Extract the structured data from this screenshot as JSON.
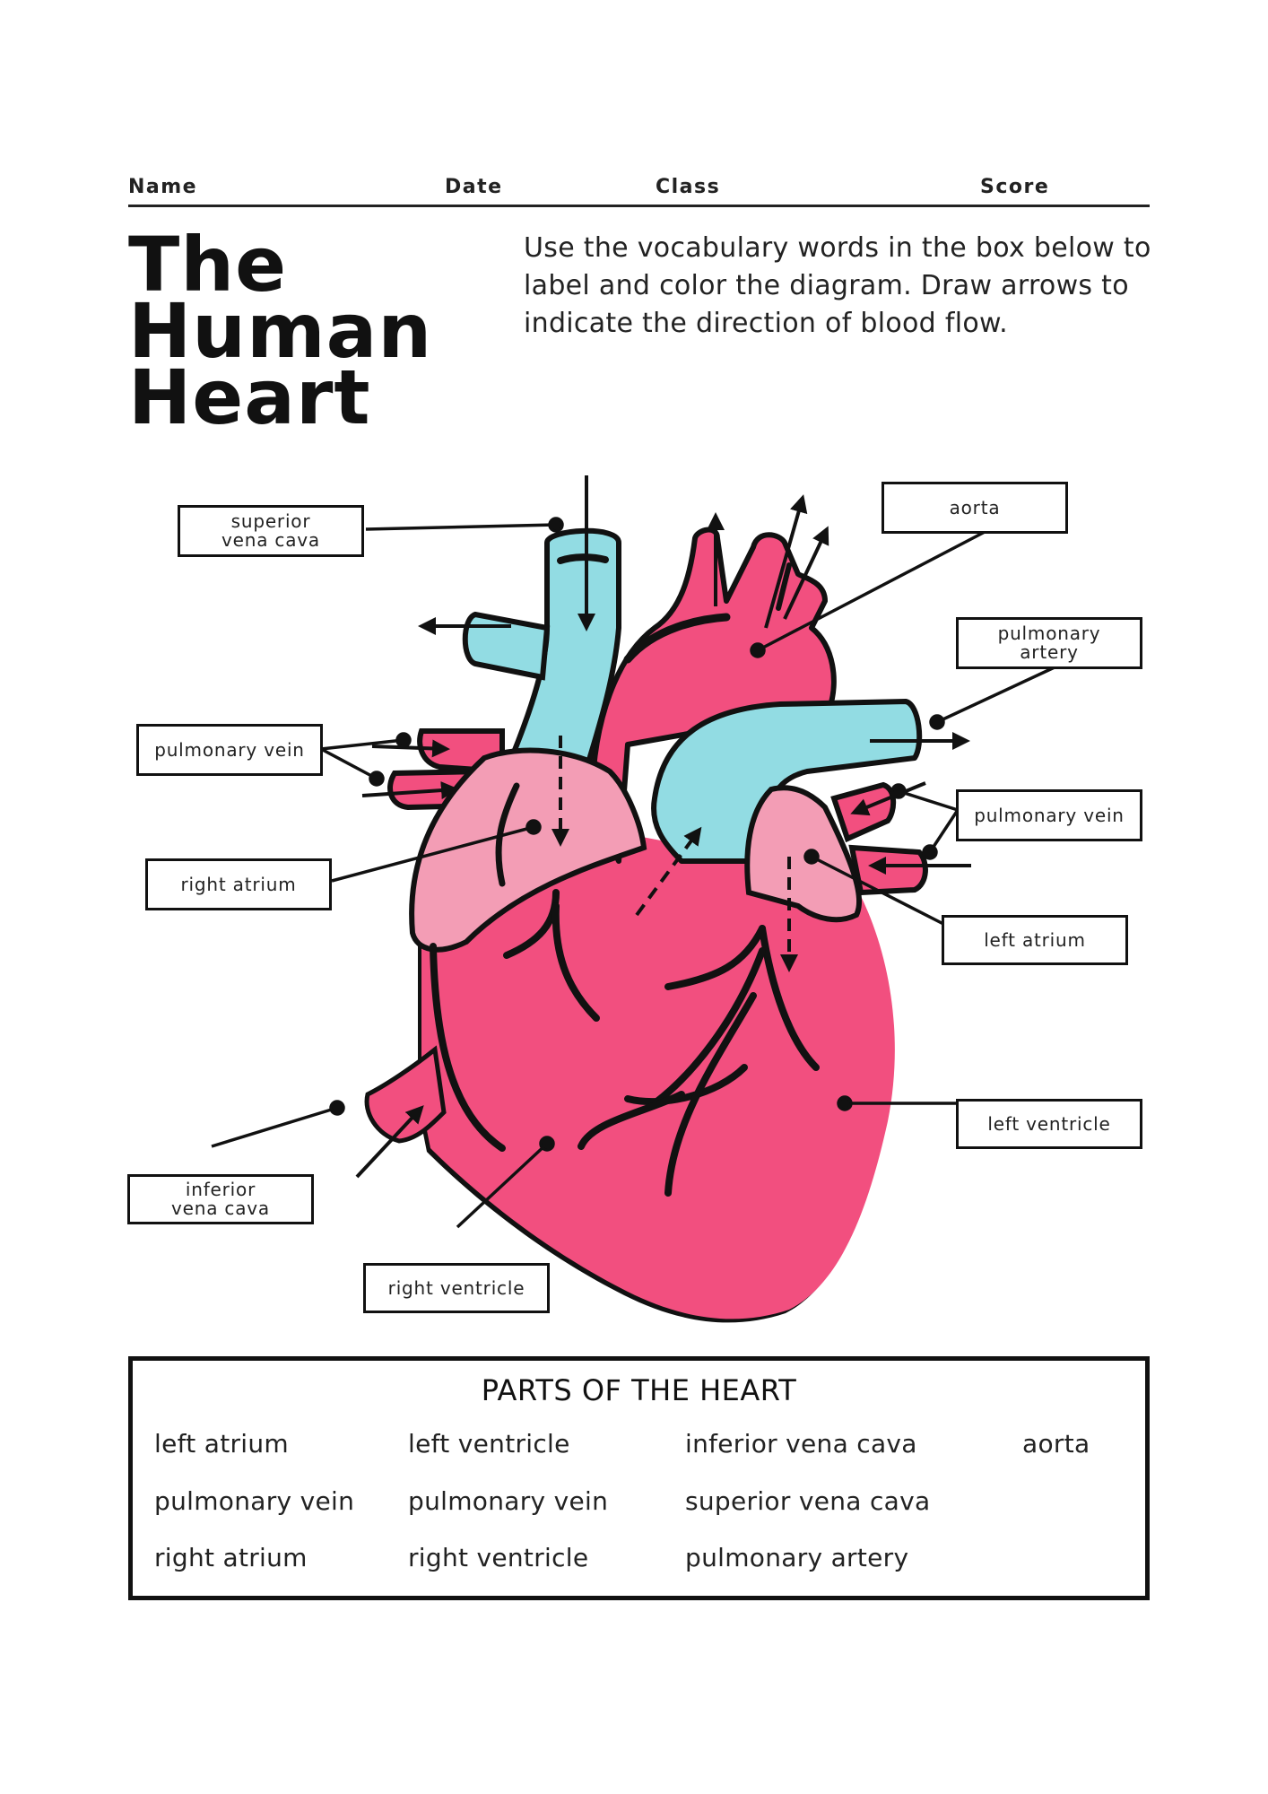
{
  "header": {
    "fields": [
      {
        "label": "Name"
      },
      {
        "label": "Date"
      },
      {
        "label": "Class"
      },
      {
        "label": "Score"
      }
    ]
  },
  "title": {
    "lines": [
      "The",
      "Human",
      "Heart"
    ]
  },
  "instructions": "Use the vocabulary words in the box below to label and color the diagram. Draw arrows to indicate the direction of blood flow.",
  "colors": {
    "heart_pink": "#F24F7F",
    "atrium_light_pink": "#F39DB5",
    "vein_cyan": "#92DCE3",
    "outline": "#111111"
  },
  "diagram_labels": {
    "superior_vena_cava": "superior\nvena cava",
    "aorta": "aorta",
    "pulmonary_artery": "pulmonary\nartery",
    "pulmonary_vein_left": "pulmonary vein",
    "pulmonary_vein_right": "pulmonary vein",
    "right_atrium": "right atrium",
    "left_atrium": "left atrium",
    "left_ventricle": "left ventricle",
    "inferior_vena_cava": "inferior\nvena cava",
    "right_ventricle": "right ventricle"
  },
  "parts_box": {
    "title": "PARTS OF THE HEART",
    "columns": [
      [
        "left atrium",
        "pulmonary vein",
        "right atrium"
      ],
      [
        "left ventricle",
        "pulmonary vein",
        "right ventricle"
      ],
      [
        "inferior vena cava",
        "superior vena cava",
        "pulmonary artery"
      ],
      [
        "aorta"
      ]
    ]
  }
}
